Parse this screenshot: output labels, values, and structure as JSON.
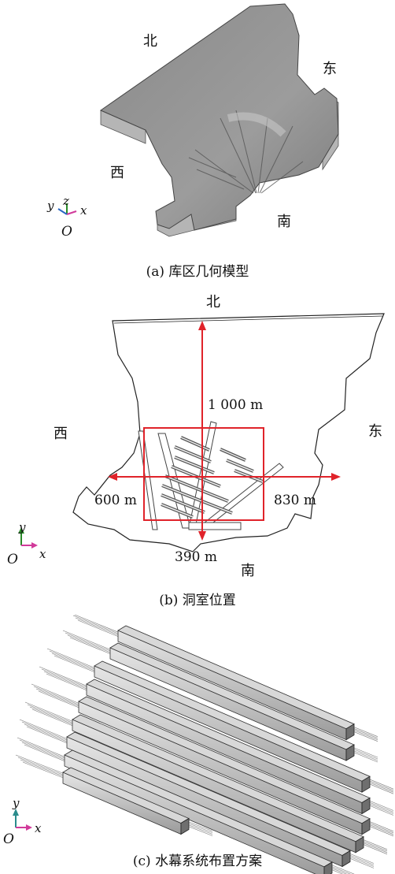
{
  "panel_a": {
    "caption": "(a) 库区几何模型",
    "labels": {
      "north": "北",
      "east": "东",
      "west": "西",
      "south": "南"
    },
    "axes": {
      "y": "y",
      "z": "z",
      "x": "x",
      "origin": "O"
    }
  },
  "panel_b": {
    "caption": "(b) 洞室位置",
    "labels": {
      "north": "北",
      "east": "东",
      "west": "西",
      "south": "南"
    },
    "dimensions": {
      "vertical": "1 000 m",
      "west": "600 m",
      "east": "830 m",
      "south": "390 m"
    },
    "axes": {
      "y": "y",
      "x": "x",
      "origin": "O"
    },
    "colors": {
      "arrows": "#e0232a",
      "box": "#e0232a"
    }
  },
  "panel_c": {
    "caption": "(c) 水幕系统布置方案",
    "axes": {
      "y": "y",
      "x": "x",
      "origin": "O"
    }
  }
}
